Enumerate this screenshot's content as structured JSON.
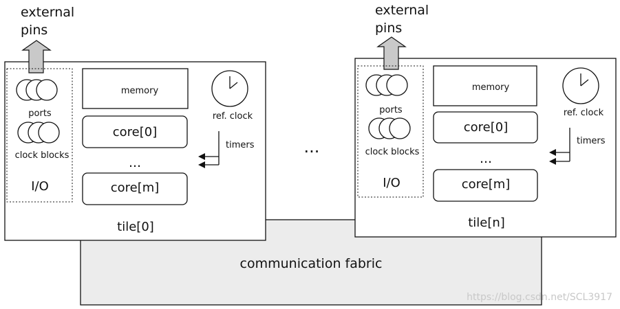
{
  "colors": {
    "fabric_fill": "#ececec",
    "pin_arrow_fill": "#c9c9c9",
    "stroke": "#111111",
    "watermark": "#c8c8c8"
  },
  "fabric": {
    "label": "communication fabric"
  },
  "separator": "...",
  "watermark": "https://blog.csdn.net/SCL3917",
  "tiles": [
    {
      "external_pins_line1": "external",
      "external_pins_line2": "pins",
      "ports_label": "ports",
      "clock_blocks_label": "clock blocks",
      "io_label": "I/O",
      "memory_label": "memory",
      "core_first": "core[0]",
      "core_ellipsis": "...",
      "core_last": "core[m]",
      "ref_clock_label": "ref. clock",
      "timers_label": "timers",
      "tile_label": "tile[0]"
    },
    {
      "external_pins_line1": "external",
      "external_pins_line2": "pins",
      "ports_label": "ports",
      "clock_blocks_label": "clock blocks",
      "io_label": "I/O",
      "memory_label": "memory",
      "core_first": "core[0]",
      "core_ellipsis": "...",
      "core_last": "core[m]",
      "ref_clock_label": "ref. clock",
      "timers_label": "timers",
      "tile_label": "tile[n]"
    }
  ]
}
